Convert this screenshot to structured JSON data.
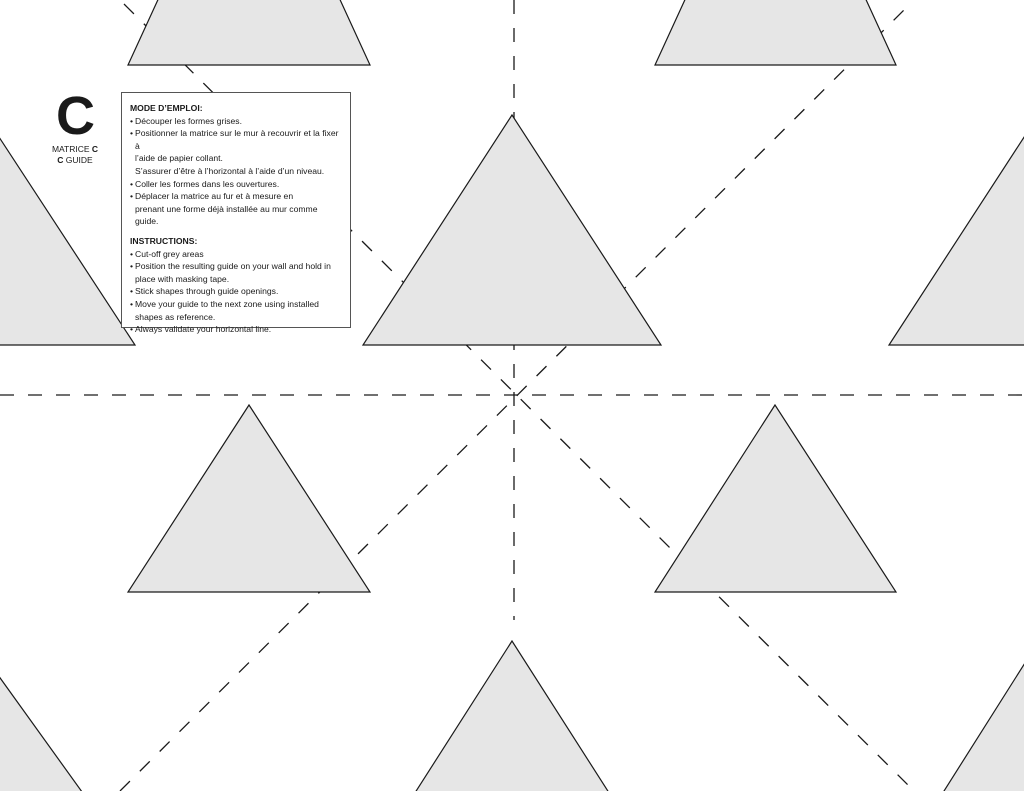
{
  "header": {
    "letter": "C",
    "caption_fr_text": "MATRICE ",
    "caption_fr_bold": "C",
    "caption_en_bold": "C",
    "caption_en_text": " GUIDE"
  },
  "instructions_fr": {
    "heading": "MODE D’EMPLOI:",
    "items": [
      "Découper les formes grises.",
      "Positionner la matrice sur le mur à recouvrir et la fixer à\nl’aide de papier collant.\nS’assurer d’être à l’horizontal à l’aide d’un niveau.",
      "Coller les formes dans les ouvertures.",
      "Déplacer la matrice au fur et à mesure en\nprenant une forme déjà installée au mur comme guide."
    ]
  },
  "instructions_en": {
    "heading": "INSTRUCTIONS:",
    "items": [
      "Cut-off grey areas",
      "Position the resulting guide on your wall and hold in\nplace with masking tape.",
      "Stick shapes through guide openings.",
      "Move your guide to the next zone using installed\nshapes as reference.",
      "Always validate your horizontal line."
    ]
  },
  "colors": {
    "shape_fill": "#e6e6e6",
    "stroke": "#1a1a1a"
  }
}
